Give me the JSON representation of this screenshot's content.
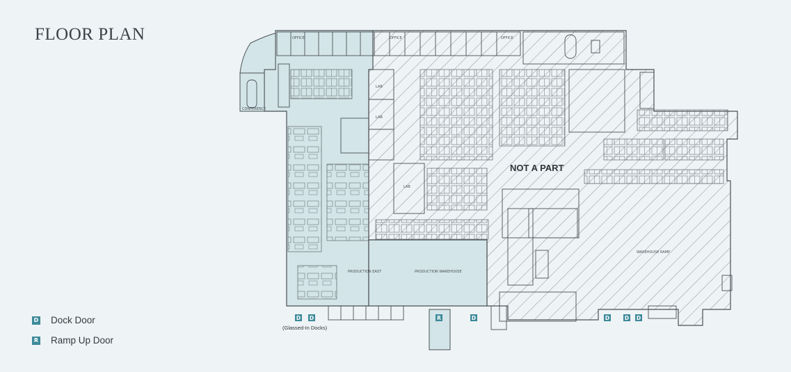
{
  "title": "FLOOR PLAN",
  "legend": [
    {
      "code": "D",
      "label": "Dock Door"
    },
    {
      "code": "R",
      "label": "Ramp Up Door"
    }
  ],
  "plan": {
    "not_a_part_label": "NOT A PART",
    "glassed_in_docks_label": "(Glassed-In Docks)",
    "production_east_label": "PRODUCTION EAST",
    "production_warehouse_label": "PRODUCTION WAREHOUSE",
    "warehouse_ramp_label": "WAREHOUSE RAMP",
    "conference_label": "CONFERENCE",
    "office_label": "OFFICE",
    "lab_label": "LAB",
    "door_markers": [
      {
        "code": "D"
      },
      {
        "code": "D"
      },
      {
        "code": "R"
      },
      {
        "code": "D"
      },
      {
        "code": "D"
      },
      {
        "code": "D"
      },
      {
        "code": "D"
      }
    ]
  },
  "colors": {
    "accent": "#3d8a9a",
    "leased_fill": "#d3e5e8",
    "background": "#eef3f5",
    "line": "#4a5055"
  }
}
